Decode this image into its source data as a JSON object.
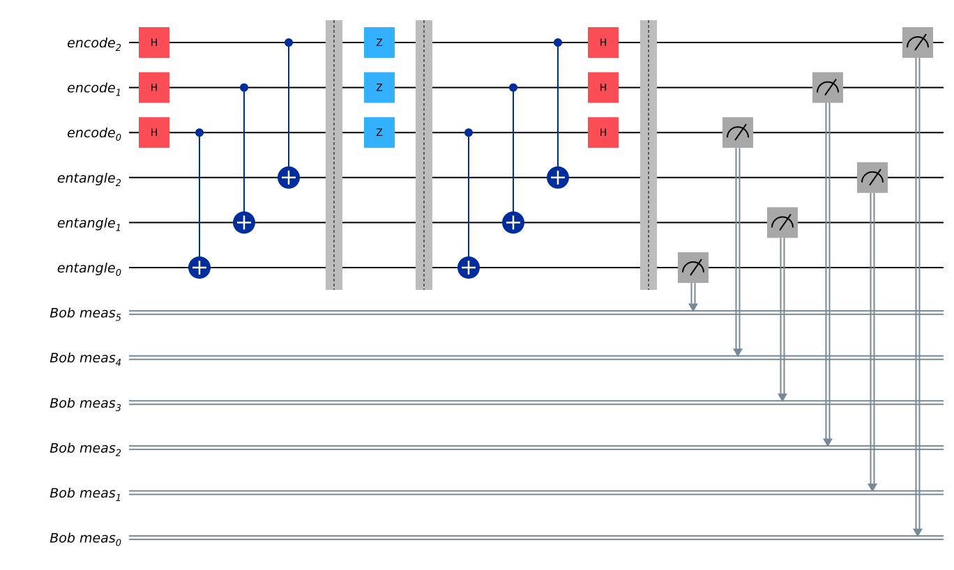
{
  "diagram": {
    "type": "quantum-circuit",
    "colors": {
      "qubit_wire": "#000000",
      "classical_wire": "#778899",
      "h_gate": "#FA4D56",
      "z_gate": "#33B1FF",
      "cnot": "#002D9C",
      "barrier": "#BDBDBD",
      "measure": "#A8A8A8"
    },
    "qubits": [
      {
        "base": "encode",
        "sub": "2"
      },
      {
        "base": "encode",
        "sub": "1"
      },
      {
        "base": "encode",
        "sub": "0"
      },
      {
        "base": "entangle",
        "sub": "2"
      },
      {
        "base": "entangle",
        "sub": "1"
      },
      {
        "base": "entangle",
        "sub": "0"
      }
    ],
    "clbits": [
      {
        "base": "Bob meas",
        "sub": "5"
      },
      {
        "base": "Bob meas",
        "sub": "4"
      },
      {
        "base": "Bob meas",
        "sub": "3"
      },
      {
        "base": "Bob meas",
        "sub": "2"
      },
      {
        "base": "Bob meas",
        "sub": "1"
      },
      {
        "base": "Bob meas",
        "sub": "0"
      }
    ],
    "gates": [
      {
        "kind": "single",
        "label": "H",
        "color": "h",
        "qubit": 0,
        "step": 0
      },
      {
        "kind": "single",
        "label": "H",
        "color": "h",
        "qubit": 1,
        "step": 0
      },
      {
        "kind": "single",
        "label": "H",
        "color": "h",
        "qubit": 2,
        "step": 0
      },
      {
        "kind": "cx",
        "control": 2,
        "target": 5,
        "step": 1
      },
      {
        "kind": "cx",
        "control": 1,
        "target": 4,
        "step": 2
      },
      {
        "kind": "cx",
        "control": 0,
        "target": 3,
        "step": 3
      },
      {
        "kind": "barrier",
        "step": 4
      },
      {
        "kind": "single",
        "label": "Z",
        "color": "z",
        "qubit": 0,
        "step": 5
      },
      {
        "kind": "single",
        "label": "Z",
        "color": "z",
        "qubit": 1,
        "step": 5
      },
      {
        "kind": "single",
        "label": "Z",
        "color": "z",
        "qubit": 2,
        "step": 5
      },
      {
        "kind": "barrier",
        "step": 6
      },
      {
        "kind": "cx",
        "control": 2,
        "target": 5,
        "step": 7
      },
      {
        "kind": "cx",
        "control": 1,
        "target": 4,
        "step": 8
      },
      {
        "kind": "cx",
        "control": 0,
        "target": 3,
        "step": 9
      },
      {
        "kind": "single",
        "label": "H",
        "color": "h",
        "qubit": 0,
        "step": 10
      },
      {
        "kind": "single",
        "label": "H",
        "color": "h",
        "qubit": 1,
        "step": 10
      },
      {
        "kind": "single",
        "label": "H",
        "color": "h",
        "qubit": 2,
        "step": 10
      },
      {
        "kind": "barrier",
        "step": 11
      },
      {
        "kind": "measure",
        "qubit": 5,
        "clbit": 5,
        "step": 12
      },
      {
        "kind": "measure",
        "qubit": 2,
        "clbit": 4,
        "step": 13
      },
      {
        "kind": "measure",
        "qubit": 4,
        "clbit": 3,
        "step": 14
      },
      {
        "kind": "measure",
        "qubit": 1,
        "clbit": 2,
        "step": 15
      },
      {
        "kind": "measure",
        "qubit": 3,
        "clbit": 1,
        "step": 16
      },
      {
        "kind": "measure",
        "qubit": 0,
        "clbit": 0,
        "step": 17
      }
    ]
  }
}
